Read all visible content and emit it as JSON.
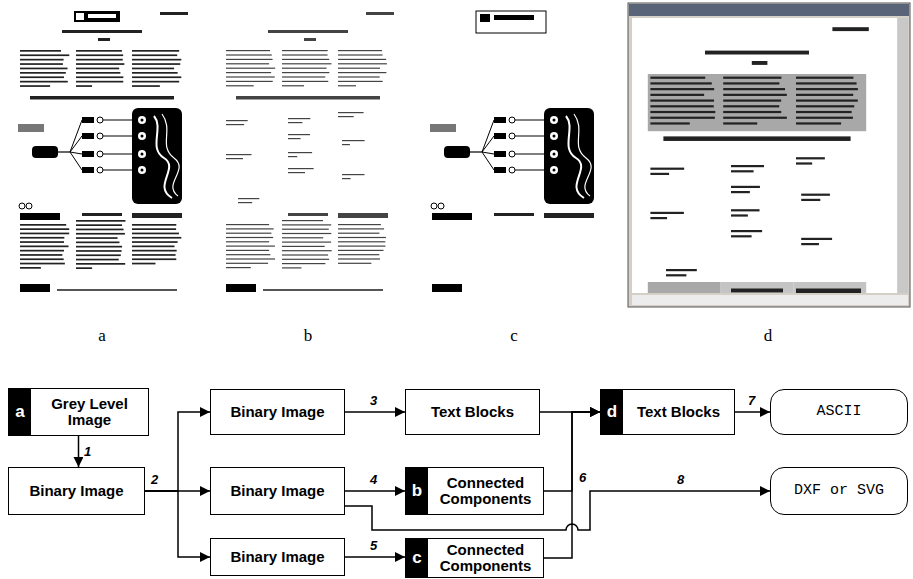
{
  "diagram": {
    "nodes": [
      {
        "text": [
          "a",
          "Grey Level Image"
        ]
      },
      {
        "text": [
          "Binary Image"
        ]
      },
      {
        "text": [
          "Binary Image"
        ]
      },
      {
        "text": [
          "Binary Image"
        ]
      },
      {
        "text": [
          "Binary Image"
        ]
      },
      {
        "text": [
          "Text Blocks"
        ]
      },
      {
        "text": [
          "b",
          "Connected Components"
        ]
      },
      {
        "text": [
          "c",
          "Connected Components"
        ]
      },
      {
        "text": [
          "d",
          "Text Blocks"
        ]
      },
      {
        "text": [
          "ASCII"
        ]
      },
      {
        "text": [
          "DXF or SVG"
        ]
      }
    ],
    "edges": [
      {
        "from": 0,
        "to": 1,
        "arrow": "to",
        "label": "1"
      },
      {
        "from": 1,
        "to": 2,
        "arrow": "to"
      },
      {
        "from": 1,
        "to": 3,
        "arrow": "to",
        "label": "2"
      },
      {
        "from": 1,
        "to": 4,
        "arrow": "to"
      },
      {
        "from": 2,
        "to": 5,
        "arrow": "to",
        "label": "3"
      },
      {
        "from": 3,
        "to": 6,
        "arrow": "to",
        "label": "4"
      },
      {
        "from": 4,
        "to": 7,
        "arrow": "to",
        "label": "5"
      },
      {
        "from": 5,
        "to": 8,
        "arrow": "to"
      },
      {
        "from": 6,
        "to": 8,
        "arrow": "to",
        "label": "6"
      },
      {
        "from": 7,
        "to": 8,
        "arrow": "to"
      },
      {
        "from": 8,
        "to": 9,
        "arrow": "to",
        "label": "7"
      },
      {
        "from": 3,
        "to": 10,
        "arrow": "to",
        "label": "8"
      }
    ],
    "labels": [
      "a",
      "b",
      "c",
      "d"
    ]
  }
}
